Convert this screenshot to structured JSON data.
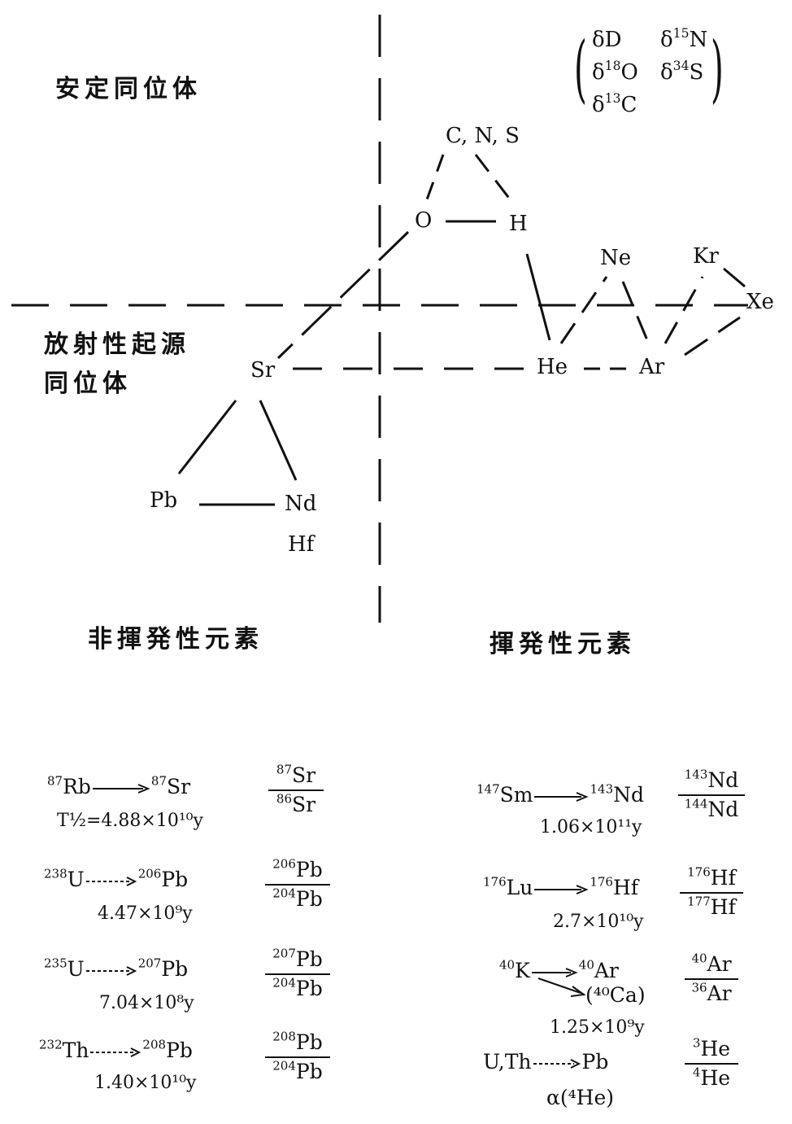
{
  "labels": {
    "stable_isotopes": "安定同位体",
    "radiogenic_line1": "放射性起源",
    "radiogenic_line2": "同位体",
    "non_volatile": "非揮発性元素",
    "volatile": "揮発性元素"
  },
  "delta_box": {
    "d_D": "D",
    "d_15N_mass": "15",
    "d_15N_el": "N",
    "d_18O_mass": "18",
    "d_18O_el": "O",
    "d_34S_mass": "34",
    "d_34S_el": "S",
    "d_13C_mass": "13",
    "d_13C_el": "C",
    "delta_symbol": "δ"
  },
  "elements": {
    "cns": "C, N, S",
    "o": "O",
    "h": "H",
    "ne": "Ne",
    "kr": "Kr",
    "xe": "Xe",
    "he": "He",
    "ar": "Ar",
    "sr": "Sr",
    "pb": "Pb",
    "nd": "Nd",
    "hf": "Hf"
  },
  "reactions": [
    {
      "parent_mass": "87",
      "parent": "Rb",
      "daughter_mass": "87",
      "daughter": "Sr",
      "halflife": "T½=4.88×10¹⁰y",
      "num_mass": "87",
      "num_el": "Sr",
      "den_mass": "86",
      "den_el": "Sr"
    },
    {
      "parent_mass": "238",
      "parent": "U",
      "daughter_mass": "206",
      "daughter": "Pb",
      "halflife": "4.47×10⁹y",
      "num_mass": "206",
      "num_el": "Pb",
      "den_mass": "204",
      "den_el": "Pb"
    },
    {
      "parent_mass": "235",
      "parent": "U",
      "daughter_mass": "207",
      "daughter": "Pb",
      "halflife": "7.04×10⁸y",
      "num_mass": "207",
      "num_el": "Pb",
      "den_mass": "204",
      "den_el": "Pb"
    },
    {
      "parent_mass": "232",
      "parent": "Th",
      "daughter_mass": "208",
      "daughter": "Pb",
      "halflife": "1.40×10¹⁰y",
      "num_mass": "208",
      "num_el": "Pb",
      "den_mass": "204",
      "den_el": "Pb"
    },
    {
      "parent_mass": "147",
      "parent": "Sm",
      "daughter_mass": "143",
      "daughter": "Nd",
      "halflife": "1.06×10¹¹y",
      "num_mass": "143",
      "num_el": "Nd",
      "den_mass": "144",
      "den_el": "Nd"
    },
    {
      "parent_mass": "176",
      "parent": "Lu",
      "daughter_mass": "176",
      "daughter": "Hf",
      "halflife": "2.7×10¹⁰y",
      "num_mass": "176",
      "num_el": "Hf",
      "den_mass": "177",
      "den_el": "Hf"
    },
    {
      "parent_mass": "40",
      "parent": "K",
      "daughter_mass": "40",
      "daughter": "Ar",
      "branch": "(⁴⁰Ca)",
      "halflife": "1.25×10⁹y",
      "num_mass": "40",
      "num_el": "Ar",
      "den_mass": "36",
      "den_el": "Ar"
    },
    {
      "parent": "U,Th",
      "daughter": "Pb",
      "note": "α(⁴He)",
      "num_mass": "3",
      "num_el": "He",
      "den_mass": "4",
      "den_el": "He"
    }
  ]
}
